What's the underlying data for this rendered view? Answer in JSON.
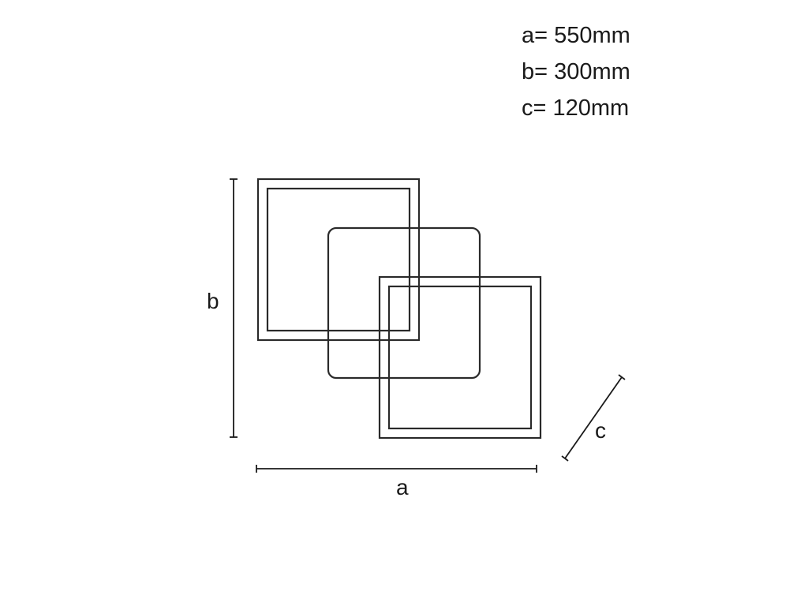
{
  "specs": [
    {
      "line": "a= 550mm"
    },
    {
      "line": "b= 300mm"
    },
    {
      "line": "c= 120mm"
    }
  ],
  "dimension_labels": {
    "width": "a",
    "height": "b",
    "depth": "c"
  },
  "colors": {
    "stroke": "#2a2a2a",
    "text": "#1a1a1a",
    "background": "#ffffff"
  }
}
